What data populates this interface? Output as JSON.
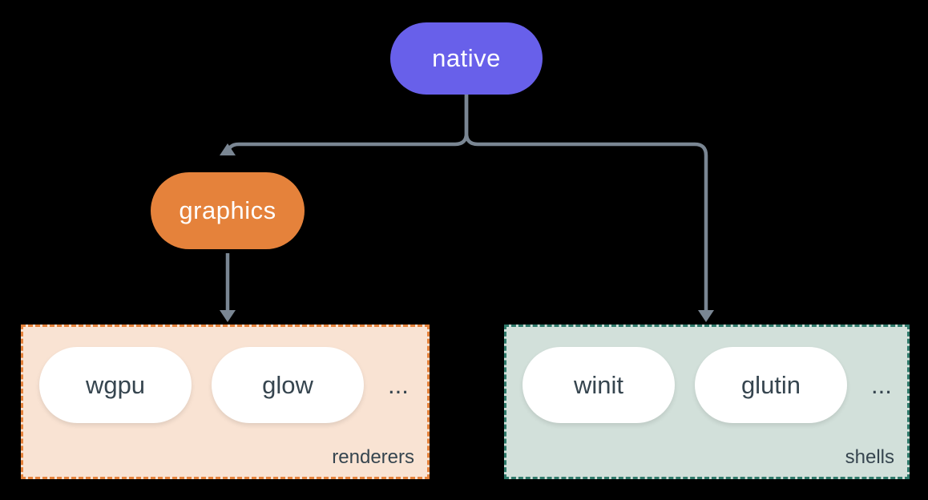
{
  "nodes": {
    "native": "native",
    "graphics": "graphics"
  },
  "groups": {
    "renderers": {
      "label": "renderers",
      "items": [
        "wgpu",
        "glow"
      ],
      "ellipsis": "..."
    },
    "shells": {
      "label": "shells",
      "items": [
        "winit",
        "glutin"
      ],
      "ellipsis": "..."
    }
  },
  "edges": [
    {
      "from": "native",
      "to": "graphics"
    },
    {
      "from": "native",
      "to": "shells"
    },
    {
      "from": "graphics",
      "to": "renderers"
    }
  ],
  "colors": {
    "background": "#000000",
    "native-fill": "#6860EA",
    "graphics-fill": "#E5823B",
    "renderers-bg": "#F9E3D3",
    "renderers-border": "#E5823B",
    "shells-bg": "#D2E0DA",
    "shells-border": "#2F7A6B",
    "connector": "#7A8693",
    "node-text": "#FFFFFF",
    "pill-bg": "#FFFFFF",
    "pill-text": "#36454F"
  }
}
